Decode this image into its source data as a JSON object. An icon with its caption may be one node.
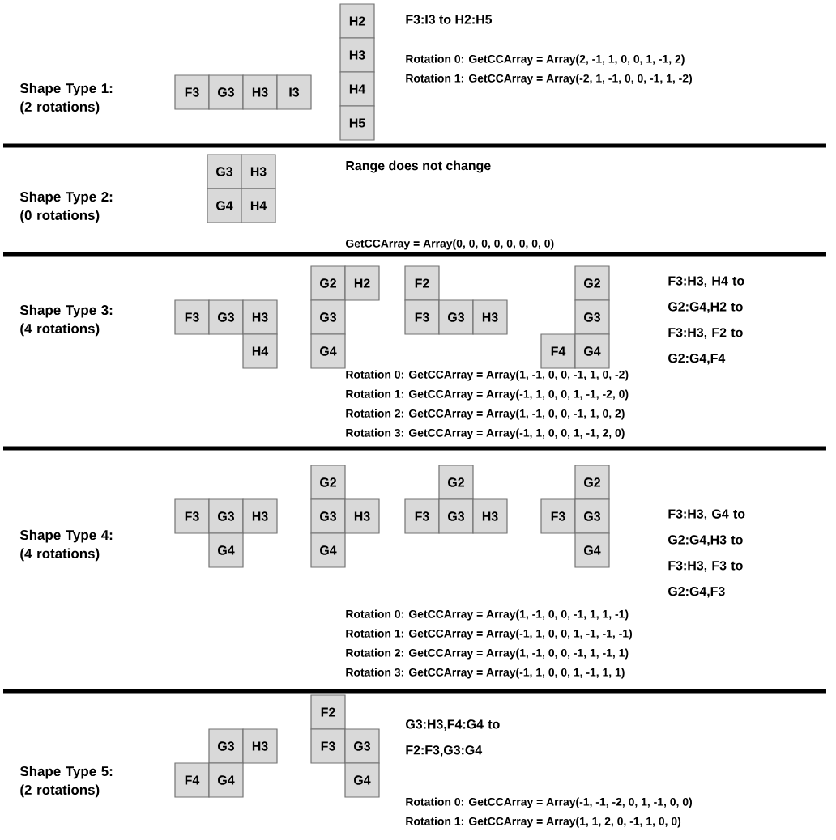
{
  "diagram": {
    "nodes": [
      {
        "text": [
          "F3"
        ]
      },
      {
        "text": [
          "G3"
        ]
      },
      {
        "text": [
          "H3"
        ]
      },
      {
        "text": [
          "I3"
        ]
      },
      {
        "text": [
          "H2"
        ]
      },
      {
        "text": [
          "H3"
        ]
      },
      {
        "text": [
          "H4"
        ]
      },
      {
        "text": [
          "H5"
        ]
      },
      {
        "text": [
          "G3"
        ]
      },
      {
        "text": [
          "H3"
        ]
      },
      {
        "text": [
          "G4"
        ]
      },
      {
        "text": [
          "H4"
        ]
      },
      {
        "text": [
          "F3"
        ]
      },
      {
        "text": [
          "G3"
        ]
      },
      {
        "text": [
          "H3"
        ]
      },
      {
        "text": [
          "H4"
        ]
      },
      {
        "text": [
          "G2"
        ]
      },
      {
        "text": [
          "H2"
        ]
      },
      {
        "text": [
          "G3"
        ]
      },
      {
        "text": [
          "G4"
        ]
      },
      {
        "text": [
          "F2"
        ]
      },
      {
        "text": [
          "F3"
        ]
      },
      {
        "text": [
          "G3"
        ]
      },
      {
        "text": [
          "H3"
        ]
      },
      {
        "text": [
          "G2"
        ]
      },
      {
        "text": [
          "G3"
        ]
      },
      {
        "text": [
          "F4"
        ]
      },
      {
        "text": [
          "G4"
        ]
      },
      {
        "text": [
          "F3"
        ]
      },
      {
        "text": [
          "G3"
        ]
      },
      {
        "text": [
          "H3"
        ]
      },
      {
        "text": [
          "G4"
        ]
      },
      {
        "text": [
          "G2"
        ]
      },
      {
        "text": [
          "G3"
        ]
      },
      {
        "text": [
          "H3"
        ]
      },
      {
        "text": [
          "G4"
        ]
      },
      {
        "text": [
          "G2"
        ]
      },
      {
        "text": [
          "F3"
        ]
      },
      {
        "text": [
          "G3"
        ]
      },
      {
        "text": [
          "H3"
        ]
      },
      {
        "text": [
          "G2"
        ]
      },
      {
        "text": [
          "F3"
        ]
      },
      {
        "text": [
          "G3"
        ]
      },
      {
        "text": [
          "G4"
        ]
      },
      {
        "text": [
          "G3"
        ]
      },
      {
        "text": [
          "H3"
        ]
      },
      {
        "text": [
          "F4"
        ]
      },
      {
        "text": [
          "G4"
        ]
      },
      {
        "text": [
          "F2"
        ]
      },
      {
        "text": [
          "F3"
        ]
      },
      {
        "text": [
          "G3"
        ]
      },
      {
        "text": [
          "G4"
        ]
      }
    ],
    "labels": [
      "Shape Type 1: (2 rotations)",
      "F3:I3 to H2:H5",
      "Rotation 0: GetCCArray = Array(2, -1, 1, 0, 0, 1, -1, 2)",
      "Rotation 1: GetCCArray = Array(-2, 1, -1, 0, 0, -1, 1, -2)",
      "Range does not change",
      "Shape Type 2: (0 rotations)",
      "GetCCArray = Array(0, 0, 0, 0, 0, 0, 0, 0)",
      "Shape Type 3: (4 rotations)",
      "F3:H3, H4 to G2:G4,H2 to F3:H3, F2 to G2:G4,F4",
      "Rotation 0: GetCCArray = Array(1, -1, 0, 0, -1, 1, 0, -2)",
      "Rotation 1: GetCCArray = Array(-1, 1, 0, 0, 1, -1, -2, 0)",
      "Rotation 2: GetCCArray = Array(1, -1, 0, 0, -1, 1, 0, 2)",
      "Rotation 3: GetCCArray = Array(-1, 1, 0, 0, 1, -1, 2, 0)",
      "Shape Type 4: (4 rotations)",
      "F3:H3, G4 to G2:G4,H3 to F3:H3, F3 to G2:G4,F3",
      "Rotation 0: GetCCArray = Array(1, -1, 0, 0, -1, 1, 1, -1)",
      "Rotation 1: GetCCArray = Array(-1, 1, 0, 0, 1, -1, -1, -1)",
      "Rotation 2: GetCCArray = Array(1, -1, 0, 0, -1, 1, -1, 1)",
      "Rotation 3: GetCCArray = Array(-1, 1, 0, 0, 1, -1, 1, 1)",
      "G3:H3,F4:G4 to F2:F3,G3:G4",
      "Shape Type 5: (2 rotations)",
      "Rotation 0: GetCCArray = Array(-1, -1, -2, 0, 1, -1, 0, 0)",
      "Rotation 1: GetCCArray = Array(1, 1, 2, 0, -1, 1, 0, 0)"
    ]
  }
}
